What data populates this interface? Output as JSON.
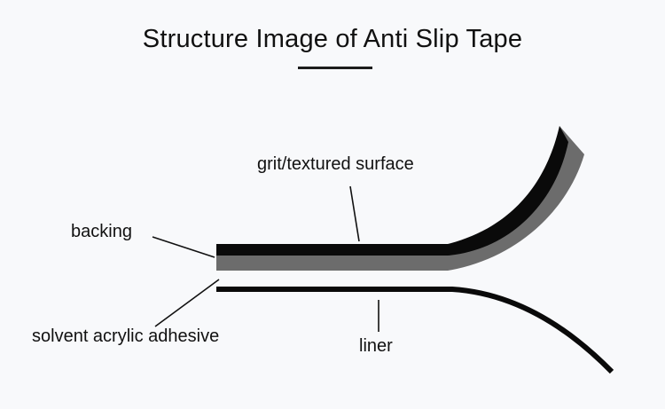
{
  "title": "Structure Image of Anti Slip Tape",
  "labels": {
    "grit_surface": "grit/textured surface",
    "backing": "backing",
    "adhesive": "solvent acrylic adhesive",
    "liner": "liner"
  },
  "colors": {
    "background": "#f8f9fb",
    "grit_layer": "#0a0a0a",
    "backing_layer": "#6c6c6c",
    "liner": "#0a0a0a",
    "text": "#111111"
  }
}
